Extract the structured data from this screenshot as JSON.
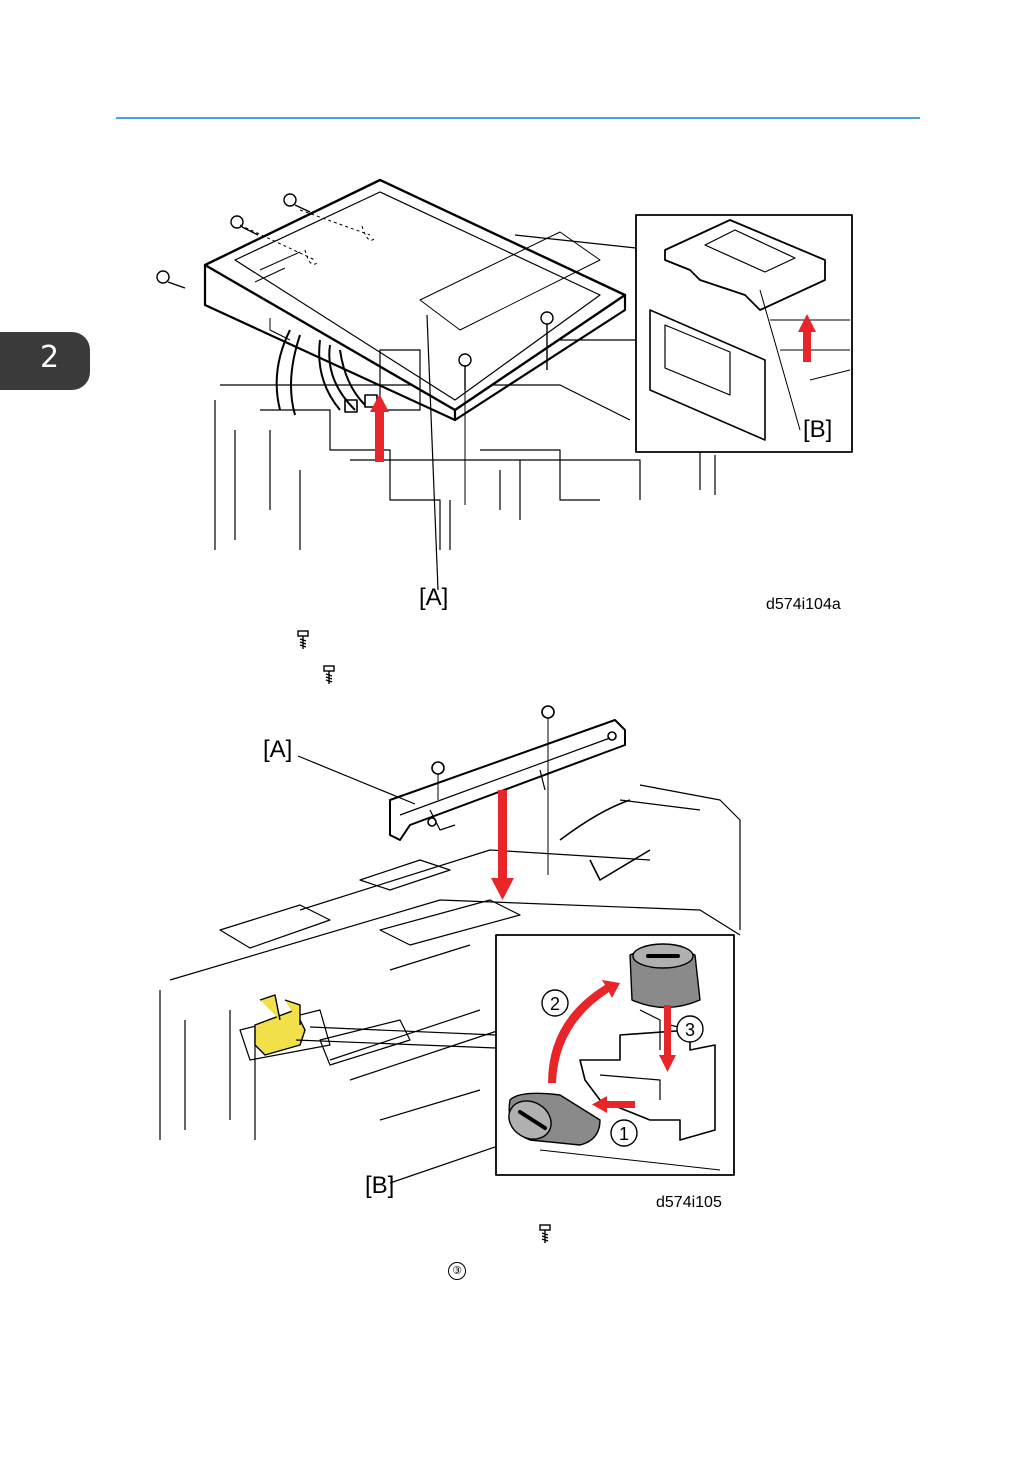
{
  "chapter": {
    "number": "2"
  },
  "figure1": {
    "label_a": "[A]",
    "label_b": "[B]",
    "code": "d574i104a"
  },
  "figure2": {
    "label_a": "[A]",
    "label_b": "[B]",
    "code": "d574i105",
    "step1": "1",
    "step2": "2",
    "step3": "3"
  },
  "icons": {
    "screw": "screw-icon",
    "circled_three": "③"
  },
  "colors": {
    "header_rule": "#4aa3d8",
    "arrow": "#e8262a",
    "highlight": "#f1e04a",
    "tab": "#3a3a3a"
  }
}
